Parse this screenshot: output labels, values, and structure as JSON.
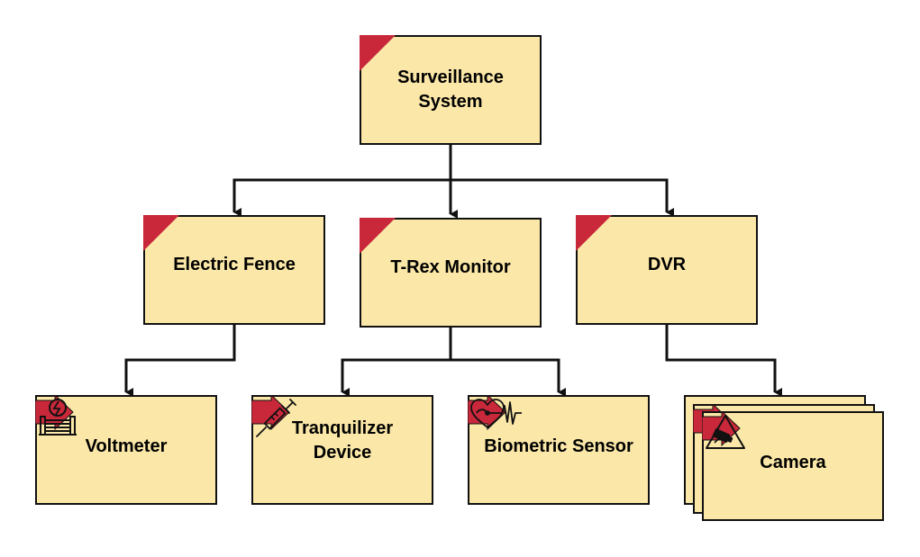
{
  "diagram": {
    "nodes": {
      "root": "Surveillance System",
      "electric_fence": "Electric Fence",
      "trex_monitor": "T-Rex Monitor",
      "dvr": "DVR",
      "voltmeter": "Voltmeter",
      "tranquilizer": "Tranquilizer Device",
      "biometric": "Biometric Sensor",
      "camera": "Camera"
    },
    "icons": {
      "voltmeter": "electric-gate-icon",
      "tranquilizer": "syringe-icon",
      "biometric": "heartbeat-icon",
      "camera": "camera-warning-icon"
    },
    "colors": {
      "box_fill": "#fbe8a8",
      "accent": "#c8283a",
      "stroke": "#111111"
    }
  }
}
